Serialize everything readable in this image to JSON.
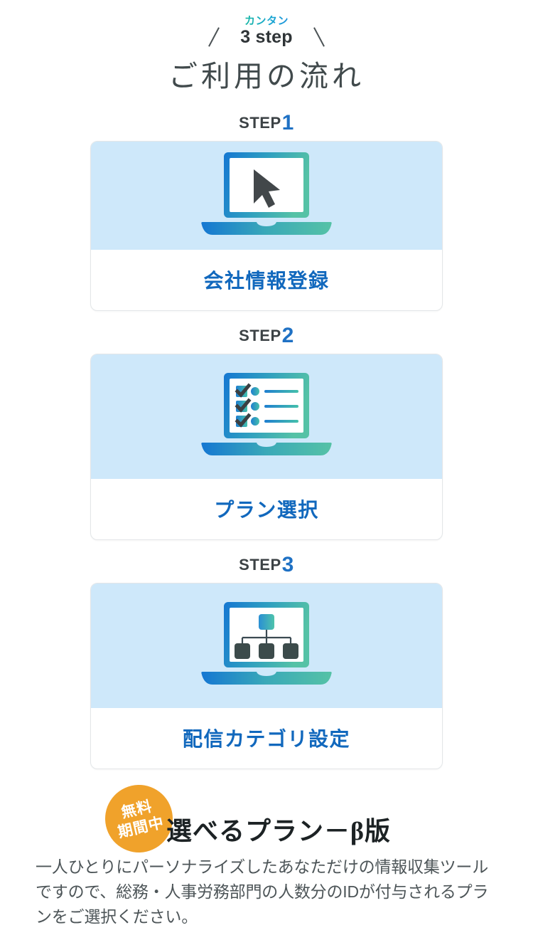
{
  "header": {
    "eyebrow_kana": "カンタン",
    "eyebrow_main": "3 step",
    "title": "ご利用の流れ"
  },
  "steps": [
    {
      "label_prefix": "STEP",
      "label_number": "1",
      "caption": "会社情報登録",
      "icon": "laptop-cursor-icon"
    },
    {
      "label_prefix": "STEP",
      "label_number": "2",
      "caption": "プラン選択",
      "icon": "laptop-checklist-icon"
    },
    {
      "label_prefix": "STEP",
      "label_number": "3",
      "caption": "配信カテゴリ設定",
      "icon": "laptop-orgchart-icon"
    }
  ],
  "plans": {
    "badge_line1": "無料",
    "badge_line2": "期間中",
    "heading": "選べるプラン－β版",
    "body": "一人ひとりにパーソナライズしたあなただけの情報収集ツールですので、総務・人事労務部門の人数分のIDが付与されるプランをご選択ください。"
  },
  "colors": {
    "accent_blue": "#1168bd",
    "step_number_blue": "#1f71c4",
    "card_art_bg": "#cee8fa",
    "badge_orange": "#f0a22b",
    "gradient_start": "#1577d2",
    "gradient_end": "#55c2a6",
    "title_gray": "#414a4c"
  }
}
